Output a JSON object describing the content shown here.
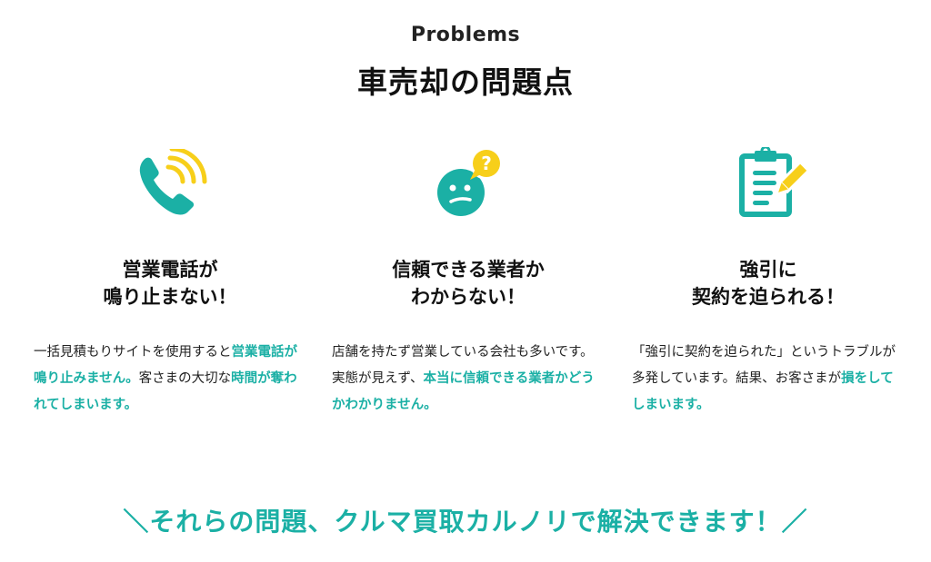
{
  "header": {
    "eyebrow": "Problems",
    "title": "車売却の問題点"
  },
  "colors": {
    "teal": "#1bb0a5",
    "yellow": "#f7cf1a",
    "text": "#222222"
  },
  "problems": [
    {
      "icon": "phone-ringing-icon",
      "heading_line1": "営業電話が",
      "heading_line2": "鳴り止まない！",
      "body": [
        {
          "text": "一括見積もりサイトを使用すると",
          "highlight": false
        },
        {
          "text": "営業電話が鳴り止みません。",
          "highlight": true
        },
        {
          "text": "客さまの大切な",
          "highlight": false
        },
        {
          "text": "時間が奪われてしまいます。",
          "highlight": true
        }
      ]
    },
    {
      "icon": "confused-face-question-icon",
      "heading_line1": "信頼できる業者か",
      "heading_line2": "わからない！",
      "body": [
        {
          "text": "店舗を持たず営業している会社も多いです。実態が見えず、",
          "highlight": false
        },
        {
          "text": "本当に信頼できる業者かどうかわかりません。",
          "highlight": true
        }
      ]
    },
    {
      "icon": "clipboard-pencil-icon",
      "heading_line1": "強引に",
      "heading_line2": "契約を迫られる！",
      "body": [
        {
          "text": "「強引に契約を迫られた」というトラブルが多発しています。結果、お客さまが",
          "highlight": false
        },
        {
          "text": "損をしてしまいます。",
          "highlight": true
        }
      ]
    }
  ],
  "cta": {
    "text": "＼それらの問題、クルマ買取カルノリで解決できます！／"
  }
}
